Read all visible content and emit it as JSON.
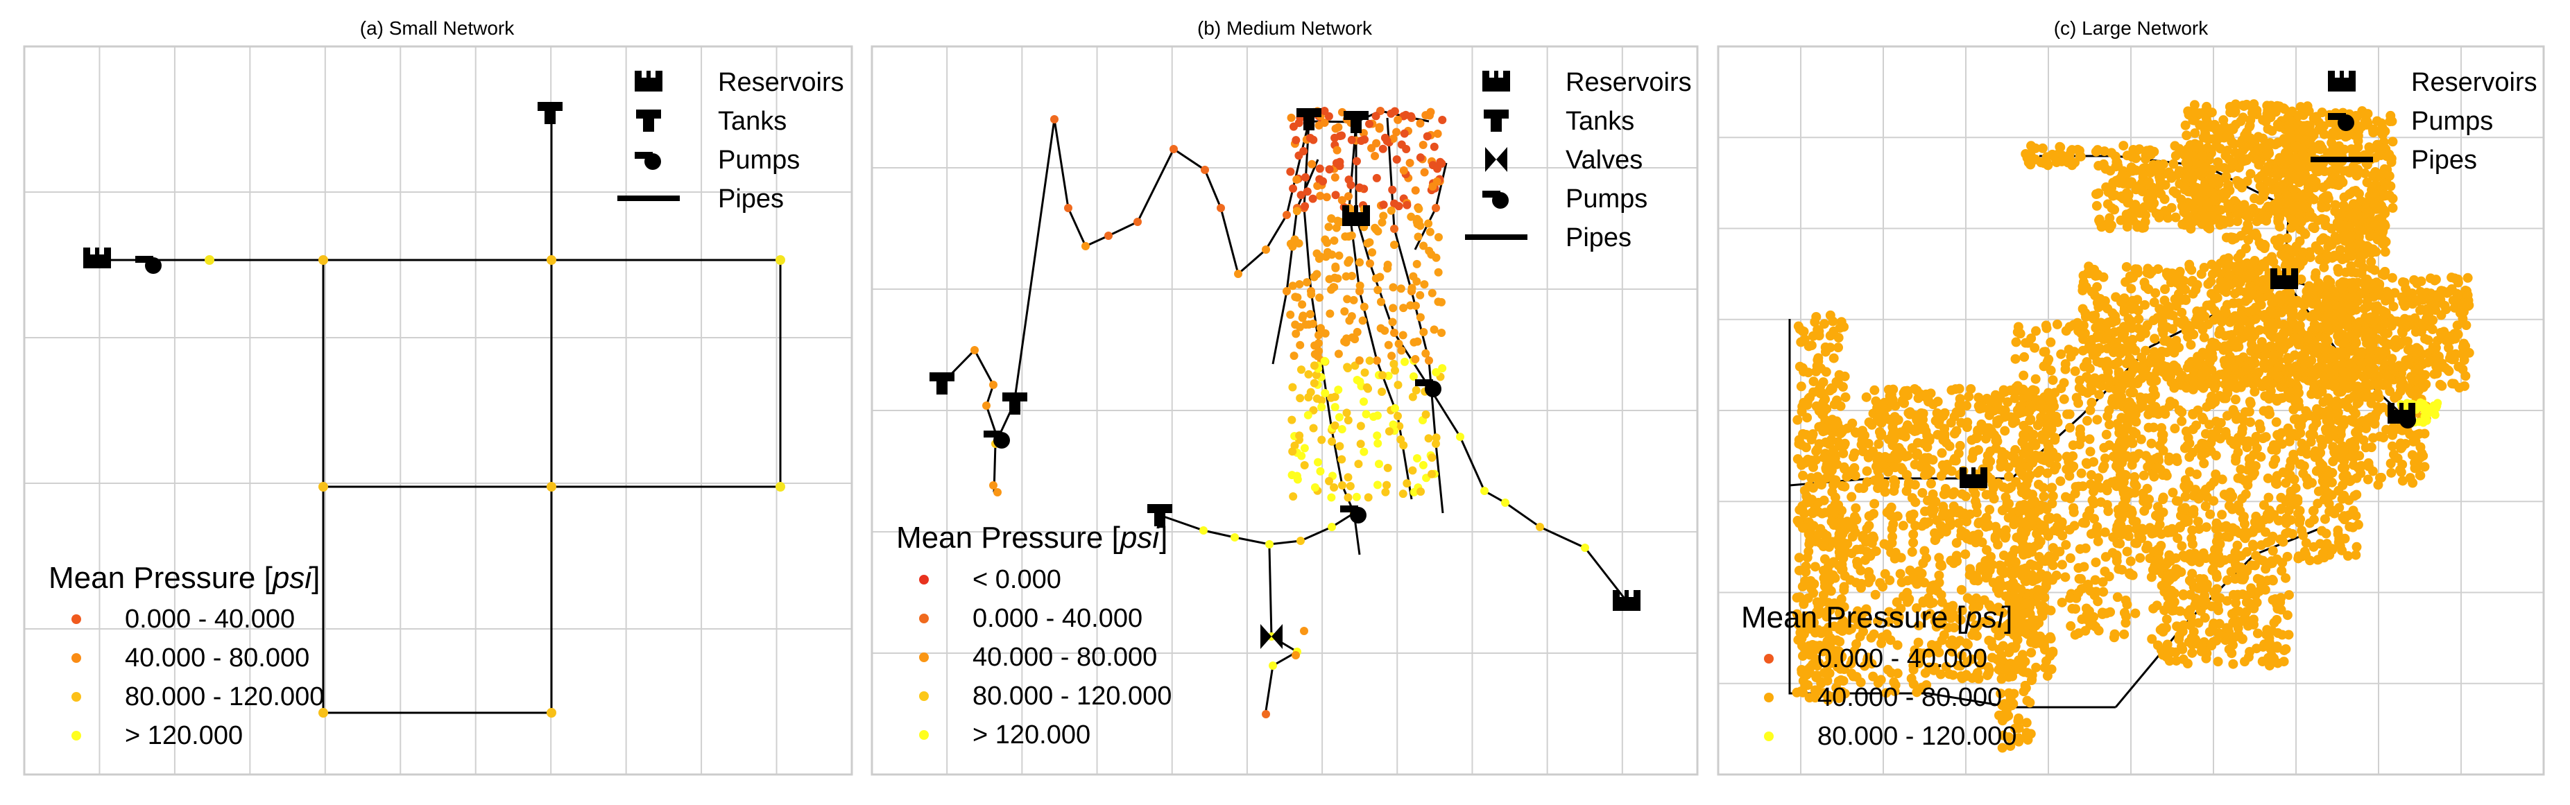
{
  "panels": [
    {
      "id": "small",
      "title": "(a) Small Network",
      "legend_items": [
        {
          "label": "Reservoirs",
          "icon": "reservoir-icon"
        },
        {
          "label": "Tanks",
          "icon": "tank-icon"
        },
        {
          "label": "Pumps",
          "icon": "pump-icon"
        },
        {
          "label": "Pipes",
          "icon": "pipe-icon"
        }
      ],
      "pressure_title": "Mean Pressure [",
      "pressure_unit": "psi",
      "pressure_close": "]",
      "pressure_classes": [
        {
          "label": "0.000 - 40.000",
          "color": "#f05a1e"
        },
        {
          "label": "40.000 - 80.000",
          "color": "#fa8c14"
        },
        {
          "label": "80.000 - 120.000",
          "color": "#fcc018"
        },
        {
          "label": "> 120.000",
          "color": "#ffff1e"
        }
      ]
    },
    {
      "id": "medium",
      "title": "(b) Medium Network",
      "legend_items": [
        {
          "label": "Reservoirs",
          "icon": "reservoir-icon"
        },
        {
          "label": "Tanks",
          "icon": "tank-icon"
        },
        {
          "label": "Valves",
          "icon": "valve-icon"
        },
        {
          "label": "Pumps",
          "icon": "pump-icon"
        },
        {
          "label": "Pipes",
          "icon": "pipe-icon"
        }
      ],
      "pressure_title": "Mean Pressure [",
      "pressure_unit": "psi",
      "pressure_close": "]",
      "pressure_classes": [
        {
          "label": "< 0.000",
          "color": "#e8321e"
        },
        {
          "label": "0.000 - 40.000",
          "color": "#f06a1e"
        },
        {
          "label": "40.000 - 80.000",
          "color": "#fa9614"
        },
        {
          "label": "80.000 - 120.000",
          "color": "#fcc818"
        },
        {
          "label": "> 120.000",
          "color": "#ffff1e"
        }
      ]
    },
    {
      "id": "large",
      "title": "(c) Large Network",
      "legend_items": [
        {
          "label": "Reservoirs",
          "icon": "reservoir-icon"
        },
        {
          "label": "Pumps",
          "icon": "pump-icon"
        },
        {
          "label": "Pipes",
          "icon": "pipe-icon"
        }
      ],
      "pressure_title": "Mean Pressure [",
      "pressure_unit": "psi",
      "pressure_close": "]",
      "pressure_classes": [
        {
          "label": "0.000 - 40.000",
          "color": "#f05a1e"
        },
        {
          "label": "40.000 - 80.000",
          "color": "#fbaa0a"
        },
        {
          "label": "80.000 - 120.000",
          "color": "#ffff1e"
        }
      ]
    }
  ],
  "colors": {
    "frame": "#cccccc",
    "grid": "#d0d0d0",
    "pipe": "#000000",
    "icon": "#000000"
  }
}
